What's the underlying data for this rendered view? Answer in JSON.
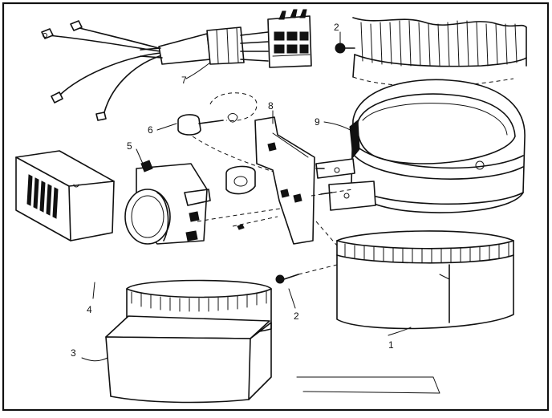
{
  "callouts": [
    {
      "id": "c1",
      "text": "1"
    },
    {
      "id": "c2a",
      "text": "2"
    },
    {
      "id": "c2b",
      "text": "2"
    },
    {
      "id": "c3",
      "text": "3"
    },
    {
      "id": "c4",
      "text": "4"
    },
    {
      "id": "c5",
      "text": "5"
    },
    {
      "id": "c6",
      "text": "6"
    },
    {
      "id": "c7",
      "text": "7"
    },
    {
      "id": "c8",
      "text": "8"
    },
    {
      "id": "c9",
      "text": "9"
    }
  ]
}
